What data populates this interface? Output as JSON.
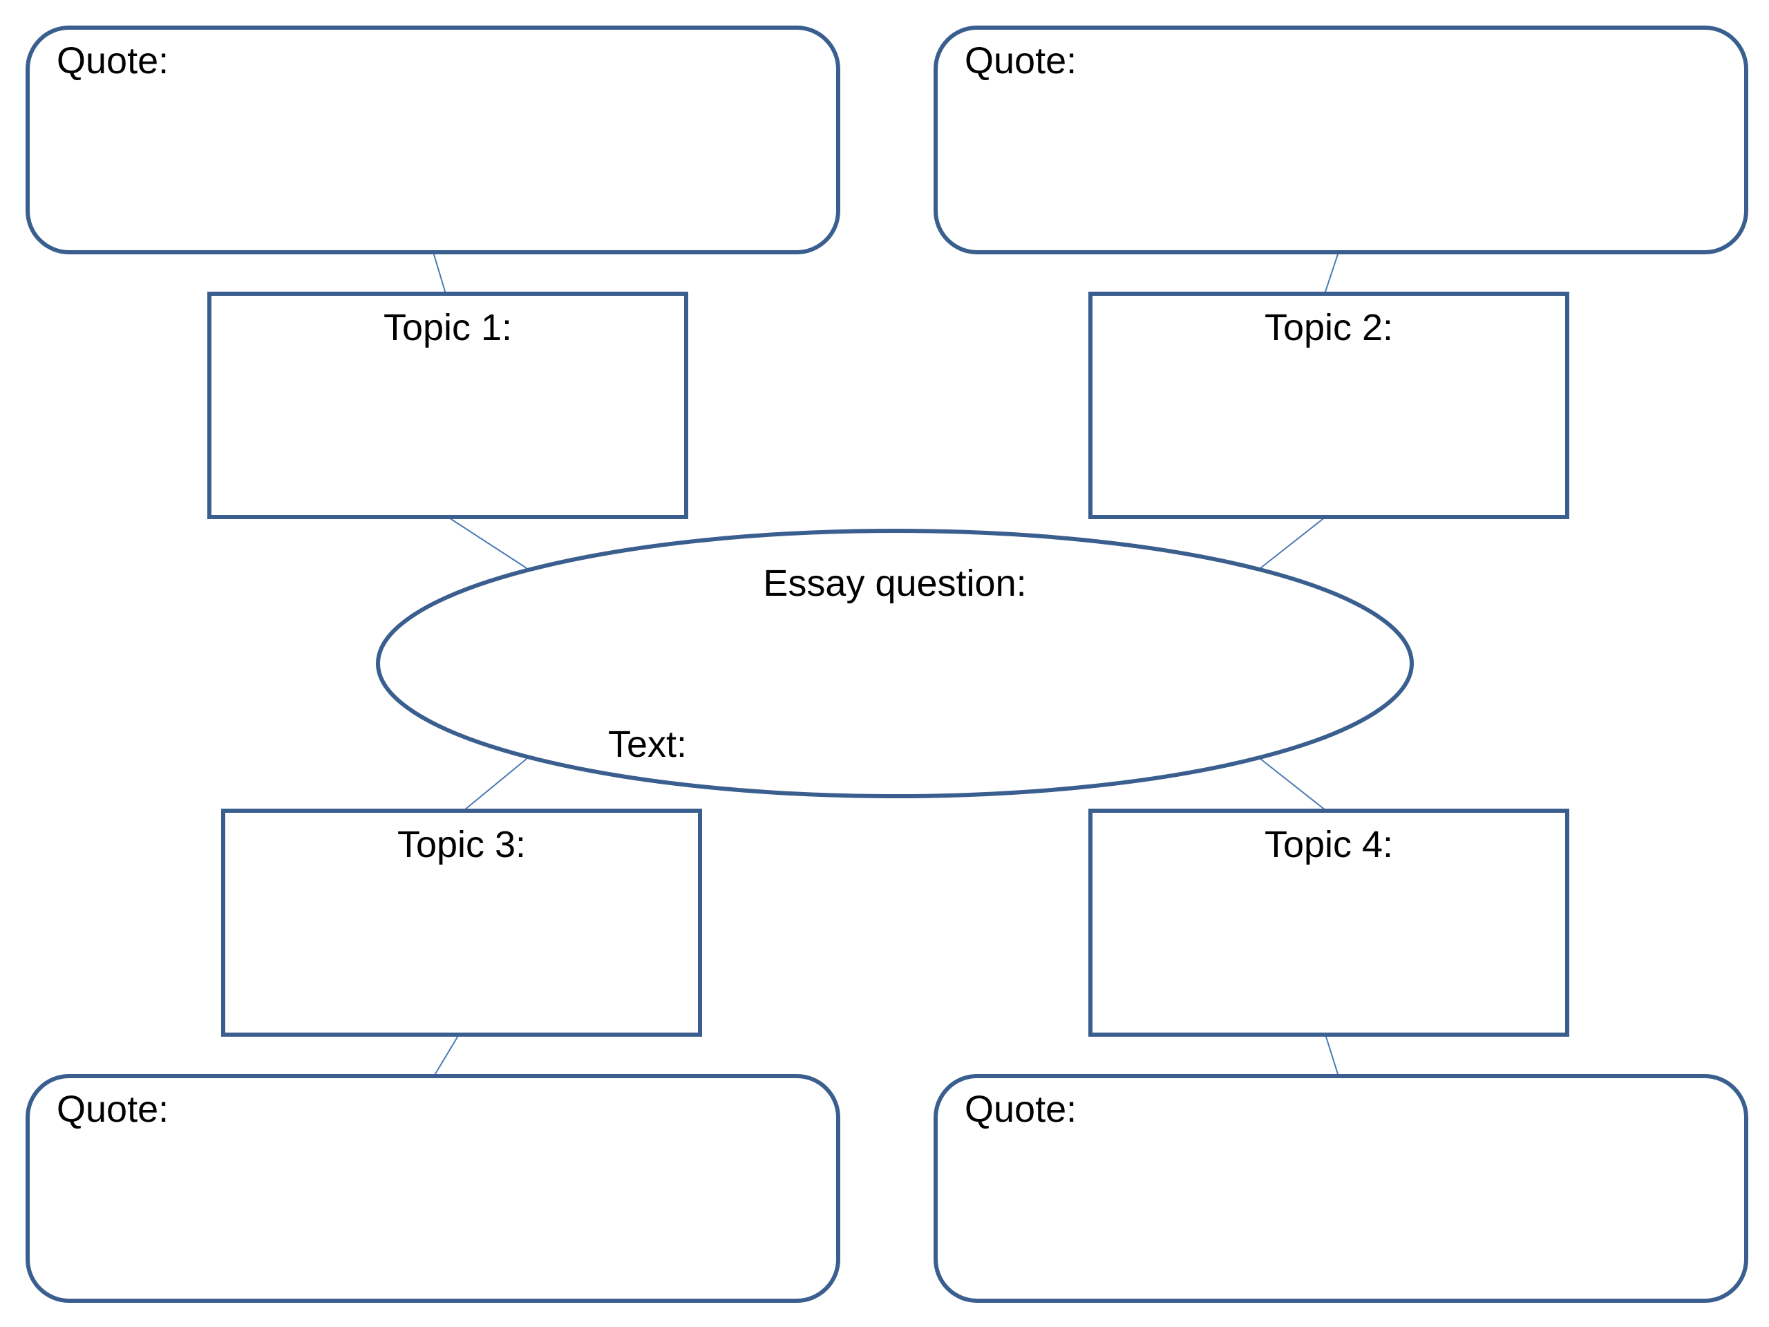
{
  "colors": {
    "stroke": "#3a5f8f",
    "connector": "#4a7ab5",
    "text": "#000000",
    "background": "#ffffff"
  },
  "quotes": {
    "top_left": "Quote:",
    "top_right": "Quote:",
    "bottom_left": "Quote:",
    "bottom_right": "Quote:"
  },
  "topics": {
    "topic1": "Topic 1:",
    "topic2": "Topic 2:",
    "topic3": "Topic 3:",
    "topic4": "Topic 4:"
  },
  "center": {
    "essay_question": "Essay question:",
    "text": "Text:"
  }
}
